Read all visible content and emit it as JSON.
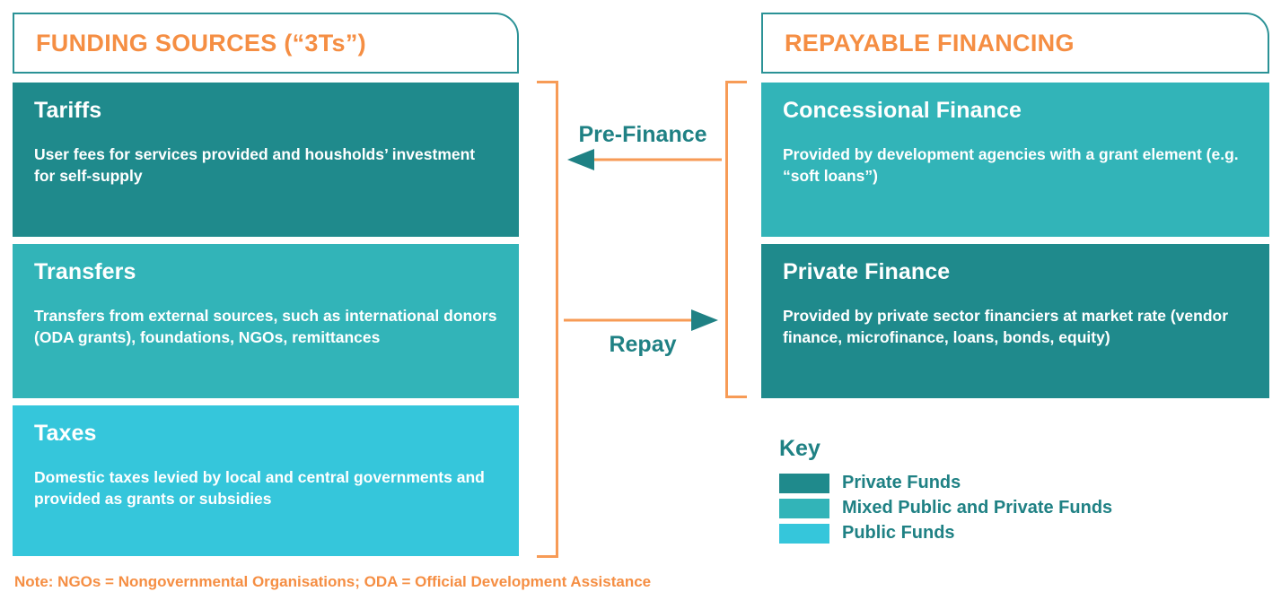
{
  "headers": {
    "funding": "FUNDING SOURCES (“3Ts”)",
    "repayable": "REPAYABLE FINANCING"
  },
  "funding_sources": [
    {
      "title": "Tariffs",
      "body": "User fees for services provided and housholds’ investment for self-supply",
      "color": "#1F8A8C",
      "fund_type": "Private Funds"
    },
    {
      "title": "Transfers",
      "body": "Transfers from external sources, such as international donors (ODA grants), foundations, NGOs, remittances",
      "color": "#32B4B8",
      "fund_type": "Mixed Public and Private Funds"
    },
    {
      "title": "Taxes",
      "body": "Domestic taxes levied by local and central governments and provided as grants or subsidies",
      "color": "#35C6DB",
      "fund_type": "Public Funds"
    }
  ],
  "repayable_financing": [
    {
      "title": "Concessional Finance",
      "body": "Provided by development agencies with a grant element (e.g. “soft loans”)",
      "color": "#32B4B8",
      "fund_type": "Mixed Public and Private Funds"
    },
    {
      "title": "Private Finance",
      "body": "Provided by private sector financiers at market rate (vendor finance, microfinance, loans, bonds, equity)",
      "color": "#1F8A8C",
      "fund_type": "Private Funds"
    }
  ],
  "flows": [
    {
      "label": "Pre-Finance",
      "direction": "left",
      "label_position": "above"
    },
    {
      "label": "Repay",
      "direction": "right",
      "label_position": "below"
    }
  ],
  "key": {
    "title": "Key",
    "items": [
      {
        "label": "Private Funds",
        "color": "#1F8A8C"
      },
      {
        "label": "Mixed Public and Private Funds",
        "color": "#32B4B8"
      },
      {
        "label": "Public Funds",
        "color": "#35C6DB"
      }
    ]
  },
  "footnote": "Note: NGOs = Nongovernmental Organisations; ODA = Official Development Assistance",
  "colors": {
    "orange_text": "#F58E43",
    "orange_line": "#F79B56",
    "teal_border": "#2B9296",
    "teal_text": "#1F8184",
    "dark_teal": "#1F8A8C",
    "mid_teal": "#32B4B8",
    "light_teal": "#35C6DB",
    "background": "#FFFFFF"
  }
}
